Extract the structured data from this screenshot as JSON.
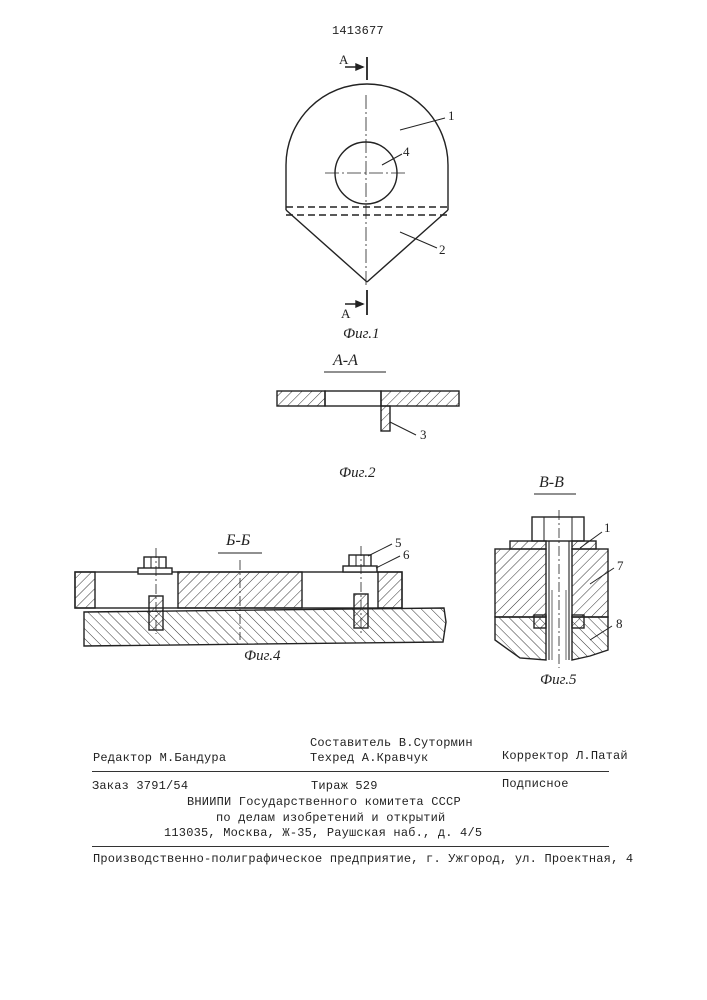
{
  "patent_number": "1413677",
  "fig1": {
    "section_mark_top": "А",
    "section_mark_bottom": "А",
    "callouts": [
      "1",
      "4",
      "2"
    ],
    "caption": "Фиг.1"
  },
  "fig2": {
    "section_title": "А-А",
    "callouts": [
      "3"
    ],
    "caption": "Фиг.2"
  },
  "fig4": {
    "section_title": "Б-Б",
    "callouts": [
      "5",
      "6"
    ],
    "caption": "Фиг.4"
  },
  "fig5": {
    "section_title": "В-В",
    "callouts": [
      "1",
      "7",
      "8"
    ],
    "caption": "Фиг.5"
  },
  "colophon": {
    "editor": "Редактор М.Бандура",
    "compiler": "Составитель В.Сутормин",
    "techred": "Техред  А.Кравчук",
    "corrector": "Корректор Л.Патай",
    "order": "Заказ 3791/54",
    "circulation": "Тираж 529",
    "subscription": "Подписное",
    "org_line1": "ВНИИПИ Государственного комитета СССР",
    "org_line2": "по делам изобретений и открытий",
    "org_line3": "113035, Москва, Ж-35, Раушская наб., д. 4/5",
    "printer": "Производственно-полиграфическое предприятие, г. Ужгород, ул. Проектная, 4"
  }
}
